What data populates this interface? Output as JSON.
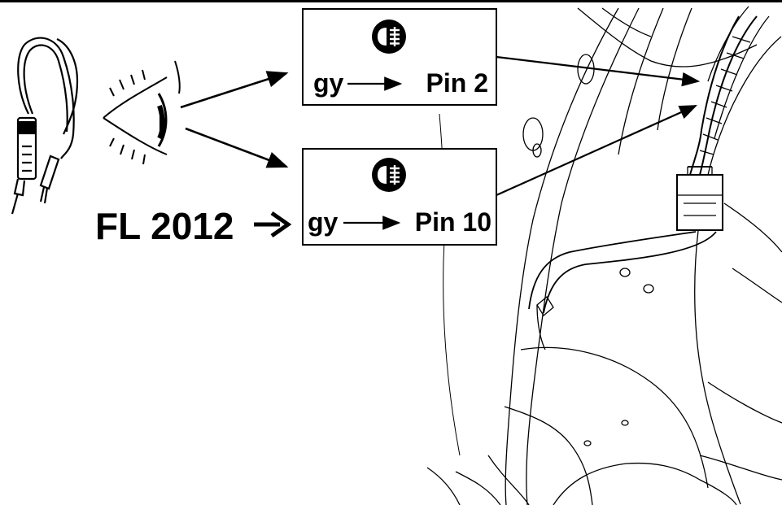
{
  "connection_top": {
    "wire_color": "gy",
    "pin_label": "Pin 2",
    "icon": "fog-light-icon"
  },
  "connection_bottom": {
    "wire_color": "gy",
    "pin_label": "Pin 10",
    "icon": "fog-light-icon"
  },
  "model_label": "FL 2012",
  "tools": {
    "tester": "test-lamp-icon",
    "inspection": "eye-icon"
  }
}
